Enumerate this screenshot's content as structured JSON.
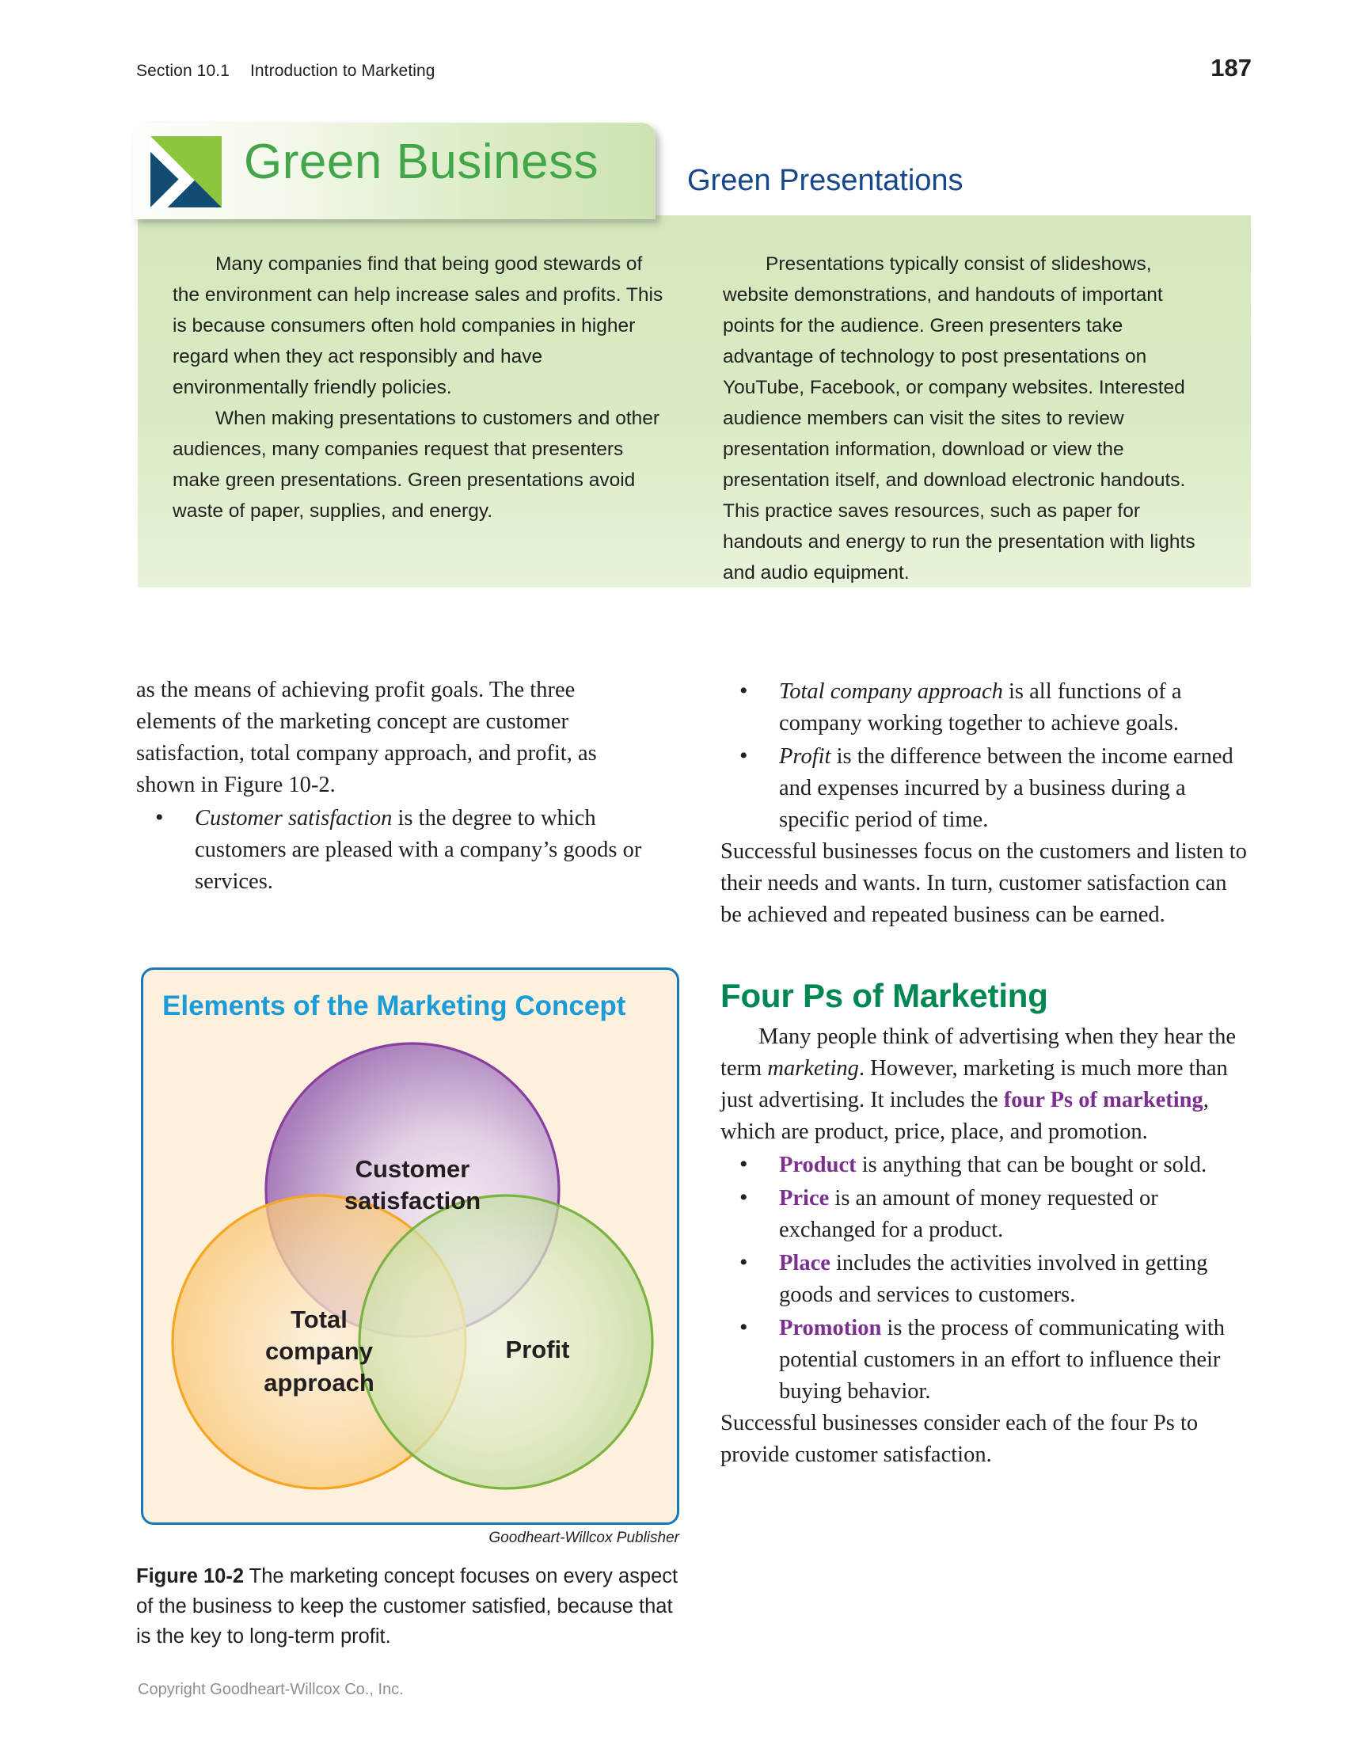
{
  "header": {
    "section": "Section 10.1",
    "section_title": "Introduction to Marketing",
    "page_number": "187"
  },
  "feature_box": {
    "logo_name": "goodheart-willcox-arrow-logo",
    "tab_title": "Green Business",
    "subtitle": "Green Presentations",
    "left_column": [
      "Many companies find that being good stewards of the environment can help increase sales and profits. This is because consumers often hold companies in higher regard when they act responsibly and have environmentally friendly policies.",
      "When making presentations to customers and other audiences, many companies request that presenters make green presentations. Green presentations avoid waste of paper, supplies, and energy."
    ],
    "right_column": [
      "Presentations typically consist of slideshows, website demonstrations, and handouts of important points for the audience. Green presenters take advantage of technology to post presentations on YouTube, Facebook, or company websites. Interested audience members can visit the sites to review presentation information, download or view the presentation itself, and download electronic handouts. This practice saves resources, such as paper for handouts and energy to run the presentation with lights and audio equipment."
    ]
  },
  "left_column": {
    "intro_paragraph": "as the means of achieving profit goals. The three elements of the marketing concept are customer satisfaction, total company approach, and profit, as shown in Figure 10-2.",
    "bullets": [
      {
        "term": "Customer satisfaction",
        "rest": " is the degree to which customers are pleased with a company’s goods or services."
      }
    ]
  },
  "right_column": {
    "bullets": [
      {
        "term": "Total company approach",
        "rest": " is all functions of a company working together to achieve goals."
      },
      {
        "term": "Profit",
        "rest": " is the difference between the income earned and expenses incurred by a business during a specific period of time."
      }
    ],
    "paragraph_after_bullets": "Successful businesses focus on the customers and listen to their needs and wants. In turn, customer satisfaction can be achieved and repeated business can be earned.",
    "heading": "Four Ps of Marketing",
    "four_ps_intro_a": "Many people think of advertising when they hear the term ",
    "four_ps_intro_italic": "marketing",
    "four_ps_intro_b": ". However, marketing is much more than just advertising. It includes the ",
    "four_ps_keyterm": "four Ps of marketing",
    "four_ps_intro_c": ", which are product, price, place, and promotion.",
    "p_bullets": [
      {
        "term": "Product",
        "rest": " is anything that can be bought or sold."
      },
      {
        "term": "Price",
        "rest": " is an amount of money requested or exchanged for a product."
      },
      {
        "term": "Place",
        "rest": " includes the activities involved in getting goods and services to customers."
      },
      {
        "term": "Promotion",
        "rest": " is the process of communicating with potential customers in an effort to influence their buying behavior."
      }
    ],
    "closing_paragraph": "Successful businesses consider each of the four Ps to provide customer satisfaction."
  },
  "figure": {
    "title": "Elements of the Marketing Concept",
    "credit": "Goodheart-Willcox Publisher",
    "caption_label": "Figure 10-2",
    "caption_text": " The marketing concept focuses on every aspect of the business to keep the customer satisfied, because that is the key to long-term profit.",
    "venn": {
      "circles": [
        {
          "label": "Customer\nsatisfaction",
          "label_line1": "Customer",
          "label_line2": "satisfaction",
          "color": "#8a55a3",
          "fill_outer": "#a97bbd"
        },
        {
          "label": "Total\ncompany\napproach",
          "label_line1": "Total",
          "label_line2": "company",
          "label_line3": "approach",
          "color": "#f5a623",
          "fill_outer": "#f8c15c"
        },
        {
          "label": "Profit",
          "label_line1": "Profit",
          "color": "#7cb342",
          "fill_outer": "#aed07f"
        }
      ]
    }
  },
  "footer": {
    "copyright": "Copyright Goodheart-Willcox Co., Inc."
  },
  "colors": {
    "green_title": "#43a64a",
    "navy_subtitle": "#16468c",
    "figure_border": "#1779bd",
    "figure_title": "#1b9bd8",
    "figure_bg": "#fdf0dd",
    "heading_green": "#008752",
    "keyterm_purple": "#7b2f8f"
  }
}
